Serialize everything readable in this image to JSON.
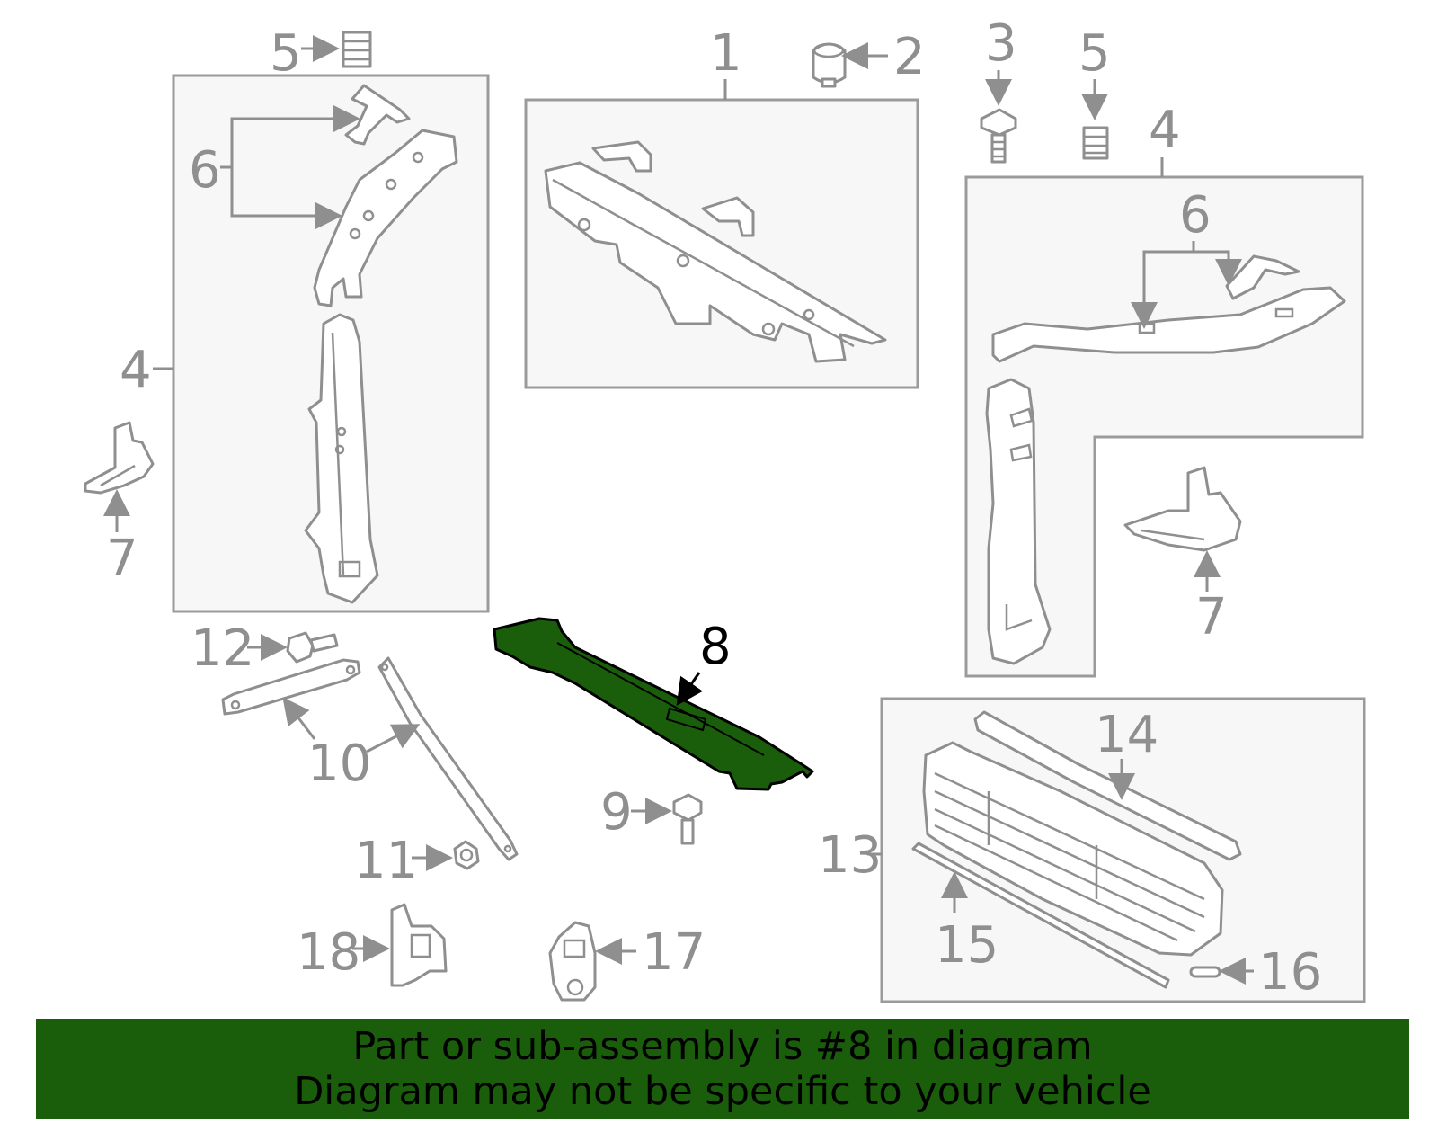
{
  "callouts": {
    "c1": "1",
    "c2": "2",
    "c3": "3",
    "c4_left": "4",
    "c4_right": "4",
    "c5_left": "5",
    "c5_right": "5",
    "c6_left": "6",
    "c6_right": "6",
    "c7_left": "7",
    "c7_right": "7",
    "c8": "8",
    "c9": "9",
    "c10": "10",
    "c11": "11",
    "c12": "12",
    "c13": "13",
    "c14": "14",
    "c15": "15",
    "c16": "16",
    "c17": "17",
    "c18": "18"
  },
  "highlight": {
    "part_number": "8",
    "color": "#1a5e0c"
  },
  "banner": {
    "line1": "Part or sub-assembly is #8 in diagram",
    "line2": "Diagram may not be specific to your vehicle",
    "background": "#1a5e0c"
  },
  "colors": {
    "outline": "#8f8f8f",
    "box_fill": "#f7f7f7",
    "box_stroke": "#9b9b9b"
  }
}
